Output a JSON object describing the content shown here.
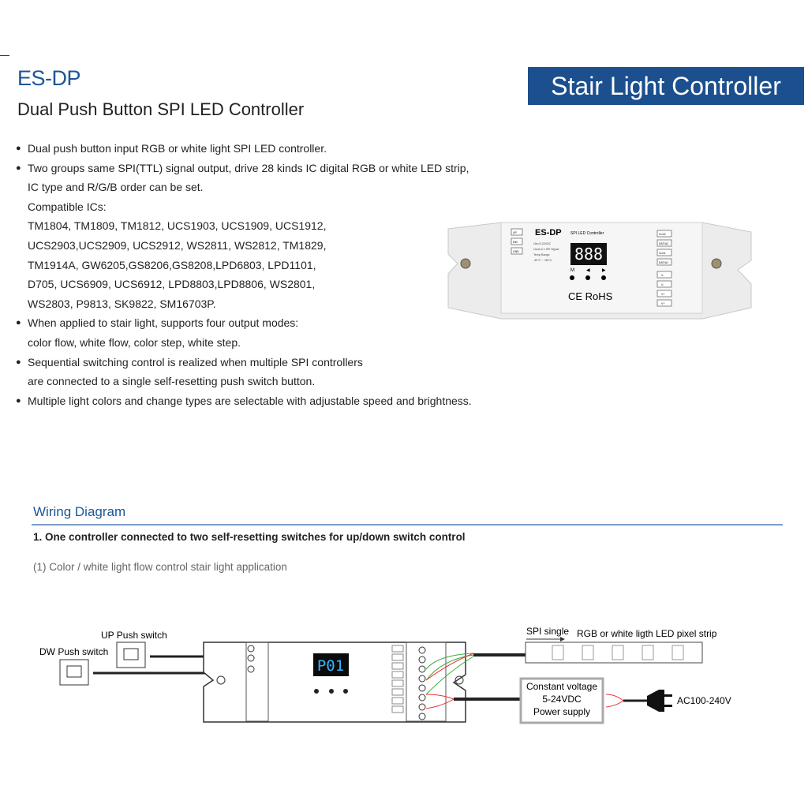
{
  "header": {
    "model": "ES-DP",
    "subtitle": "Dual Push Button SPI LED Controller",
    "banner": "Stair Light Controller"
  },
  "features": [
    {
      "lines": [
        "Dual push button input RGB or white light SPI LED controller."
      ]
    },
    {
      "lines": [
        "Two groups same SPI(TTL) signal output, drive 28 kinds IC digital RGB or white LED strip,",
        "IC type and R/G/B order can be set.",
        "Compatible ICs:",
        "TM1804, TM1809, TM1812, UCS1903, UCS1909, UCS1912,",
        "UCS2903,UCS2909, UCS2912, WS2811, WS2812, TM1829,",
        "TM1914A, GW6205,GS8206,GS8208,LPD6803, LPD1101,",
        "D705, UCS6909, UCS6912, LPD8803,LPD8806, WS2801,",
        "WS2803, P9813, SK9822, SM16703P."
      ]
    },
    {
      "lines": [
        "When applied to stair light, supports four output modes:",
        "color flow, white flow, color step, white step."
      ]
    },
    {
      "lines": [
        "Sequential switching control is realized when multiple SPI controllers",
        "are connected to a single self-resetting push switch button."
      ]
    },
    {
      "lines": [
        "Multiple light colors and change types are selectable with adjustable speed and brightness."
      ]
    }
  ],
  "product": {
    "model": "ES-DP",
    "type": "SPI LED Controller",
    "display": "888",
    "specs": [
      "Uin=5-24VDC",
      "Uout=2 x SPI Signal",
      "Temp.Range:",
      "-30°C ~ +55°C"
    ],
    "inputs": [
      "UP",
      "DW",
      "GND"
    ],
    "outputs": [
      "CLK2",
      "DAT/A2",
      "CLK1",
      "DAT/A1"
    ],
    "power": [
      "V-",
      "V-",
      "V+",
      "V+"
    ],
    "buttons": [
      "M",
      "◀",
      "▶"
    ],
    "cert": "CE RoHS"
  },
  "wiring": {
    "title": "Wiring Diagram",
    "step": "1. One controller connected to two self-resetting switches for up/down switch control",
    "application": "(1) Color / white light flow control stair light application",
    "labels": {
      "up": "UP Push switch",
      "dw": "DW Push switch",
      "spi": "SPI single",
      "strip": "RGB or white ligth LED pixel strip",
      "psu": [
        "Constant voltage",
        "5-24VDC",
        "Power supply"
      ],
      "ac": "AC100-240V",
      "display": "P01"
    }
  }
}
